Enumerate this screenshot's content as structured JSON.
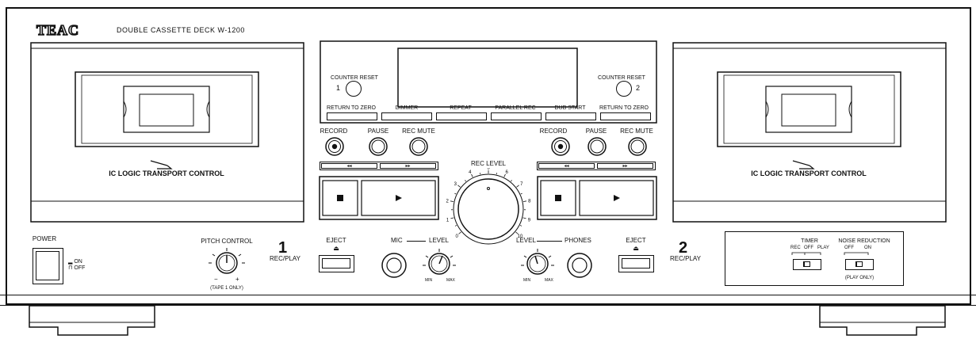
{
  "brand": {
    "logo": "TEAC",
    "model": "DOUBLE CASSETTE DECK  W-1200"
  },
  "decks": {
    "deck1": {
      "label": "IC LOGIC TRANSPORT CONTROL",
      "number": "1",
      "sub": "REC/PLAY",
      "eject": "EJECT"
    },
    "deck2": {
      "label": "IC LOGIC TRANSPORT CONTROL",
      "number": "2",
      "sub": "REC/PLAY",
      "eject": "EJECT"
    }
  },
  "display": {
    "counter_reset_1": "COUNTER RESET",
    "counter_reset_2": "COUNTER RESET",
    "counter_num_1": "1",
    "counter_num_2": "2",
    "function_buttons": [
      "RETURN TO ZERO",
      "DIMMER",
      "REPEAT",
      "PARALLEL REC",
      "DUB START",
      "RETURN TO ZERO"
    ]
  },
  "transport_left": {
    "record": "RECORD",
    "pause": "PAUSE",
    "rec_mute": "REC MUTE",
    "rew": "◂◂",
    "ff": "▸▸"
  },
  "transport_right": {
    "record": "RECORD",
    "pause": "PAUSE",
    "rec_mute": "REC MUTE",
    "rew": "◂◂",
    "ff": "▸▸"
  },
  "rec_level": {
    "label": "REC LEVEL",
    "scale": [
      "0",
      "1",
      "2",
      "3",
      "4",
      "5",
      "6",
      "7",
      "8",
      "9",
      "10"
    ]
  },
  "power": {
    "label": "POWER",
    "on": "ON",
    "off": "OFF"
  },
  "pitch": {
    "label": "PITCH CONTROL",
    "minus": "−",
    "plus": "+",
    "note": "(TAPE 1 ONLY)"
  },
  "mic": {
    "label": "MIC",
    "level": "LEVEL",
    "min": "MIN",
    "max": "MAX"
  },
  "phones": {
    "label": "PHONES",
    "level": "LEVEL",
    "min": "MIN",
    "max": "MAX"
  },
  "timer": {
    "label": "TIMER",
    "rec": "REC",
    "off": "OFF",
    "play": "PLAY"
  },
  "noise": {
    "label": "NOISE REDUCTION",
    "off": "OFF",
    "on": "ON",
    "note": "(PLAY ONLY)"
  }
}
